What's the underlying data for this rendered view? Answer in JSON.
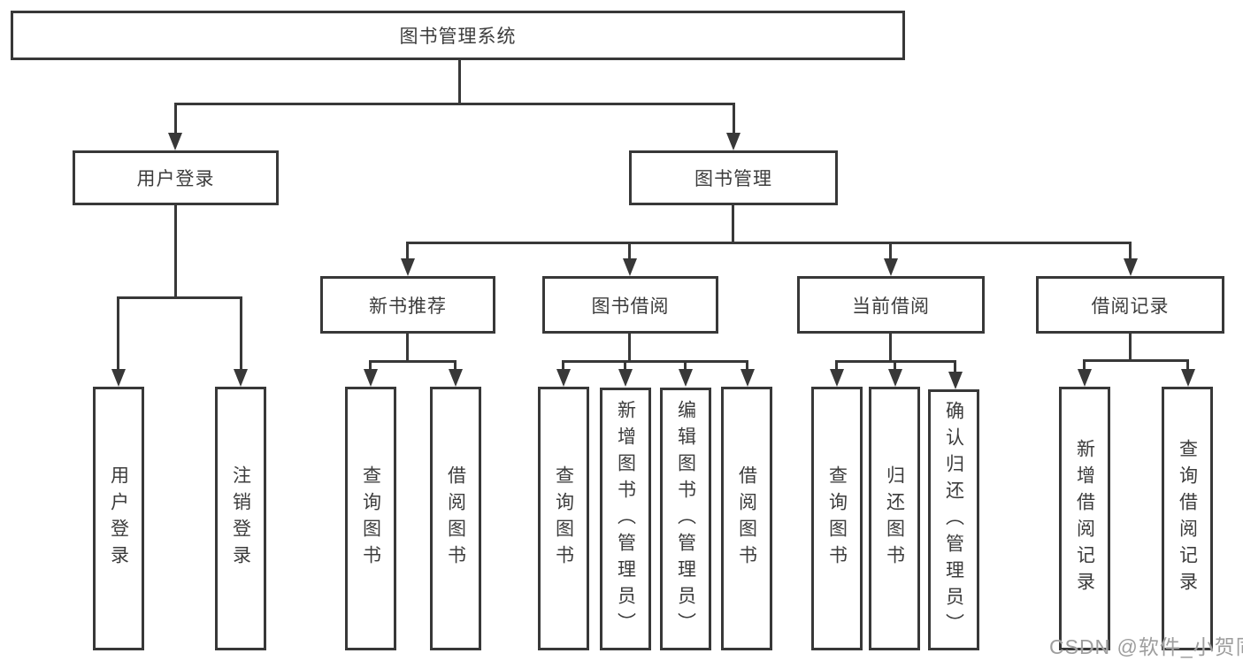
{
  "chart": {
    "root": {
      "label": "图书管理系统"
    },
    "level2": [
      {
        "label": "用户登录"
      },
      {
        "label": "图书管理"
      }
    ],
    "level3": [
      {
        "label": "新书推荐"
      },
      {
        "label": "图书借阅"
      },
      {
        "label": "当前借阅"
      },
      {
        "label": "借阅记录"
      }
    ],
    "leaves_user": [
      {
        "label": "用户登录"
      },
      {
        "label": "注销登录"
      }
    ],
    "leaves_recommend": [
      {
        "label": "查询图书"
      },
      {
        "label": "借阅图书"
      }
    ],
    "leaves_borrow": [
      {
        "label": "查询图书"
      },
      {
        "label": "新增图书（管理员）"
      },
      {
        "label": "编辑图书（管理员）"
      },
      {
        "label": "借阅图书"
      }
    ],
    "leaves_current": [
      {
        "label": "查询图书"
      },
      {
        "label": "归还图书"
      },
      {
        "label": "确认归还（管理员）"
      }
    ],
    "leaves_records": [
      {
        "label": "新增借阅记录"
      },
      {
        "label": "查询借阅记录"
      }
    ],
    "colors": {
      "line": "#383838",
      "text": "#3c3c3c",
      "watermark": "#9e9e9e",
      "background": "#ffffff"
    }
  },
  "watermark": {
    "text": "CSDN @软件_小贺同学"
  }
}
